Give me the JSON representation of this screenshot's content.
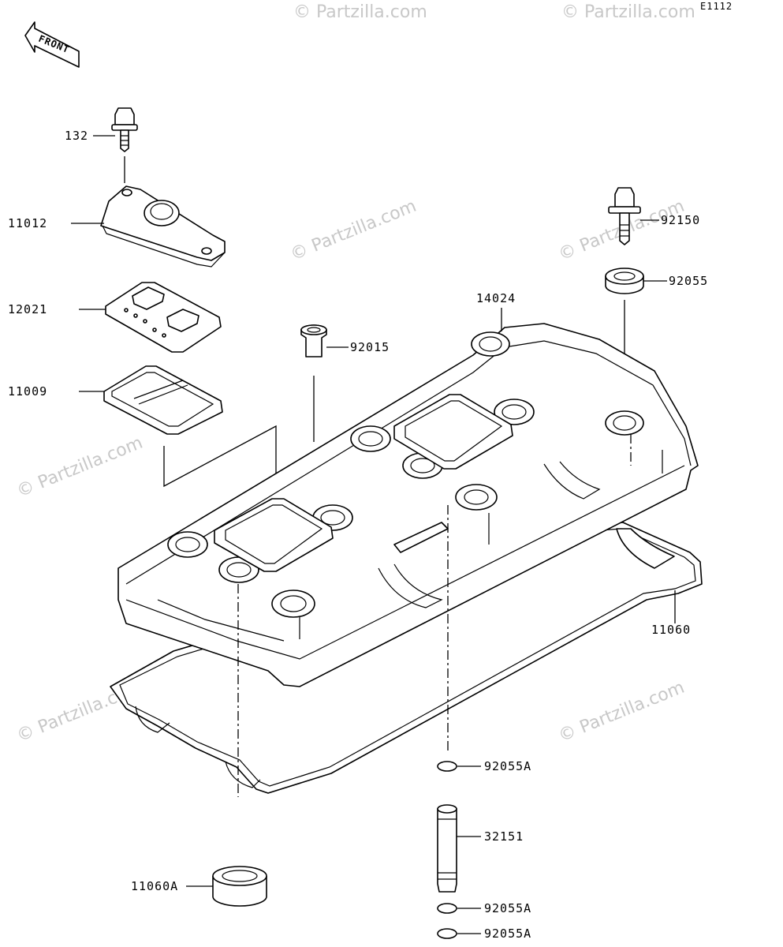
{
  "diagram_code": "E1112",
  "front_label": "FRONT",
  "watermark": "© Partzilla.com",
  "parts": [
    {
      "id": "p132",
      "label": "132"
    },
    {
      "id": "p11012",
      "label": "11012"
    },
    {
      "id": "p12021",
      "label": "12021"
    },
    {
      "id": "p11009",
      "label": "11009"
    },
    {
      "id": "p92015",
      "label": "92015"
    },
    {
      "id": "p14024",
      "label": "14024"
    },
    {
      "id": "p92150",
      "label": "92150"
    },
    {
      "id": "p92055",
      "label": "92055"
    },
    {
      "id": "p11060",
      "label": "11060"
    },
    {
      "id": "p92055A_1",
      "label": "92055A"
    },
    {
      "id": "p32151",
      "label": "32151"
    },
    {
      "id": "p92055A_2",
      "label": "92055A"
    },
    {
      "id": "p92055A_3",
      "label": "92055A"
    },
    {
      "id": "p11060A",
      "label": "11060A"
    }
  ]
}
